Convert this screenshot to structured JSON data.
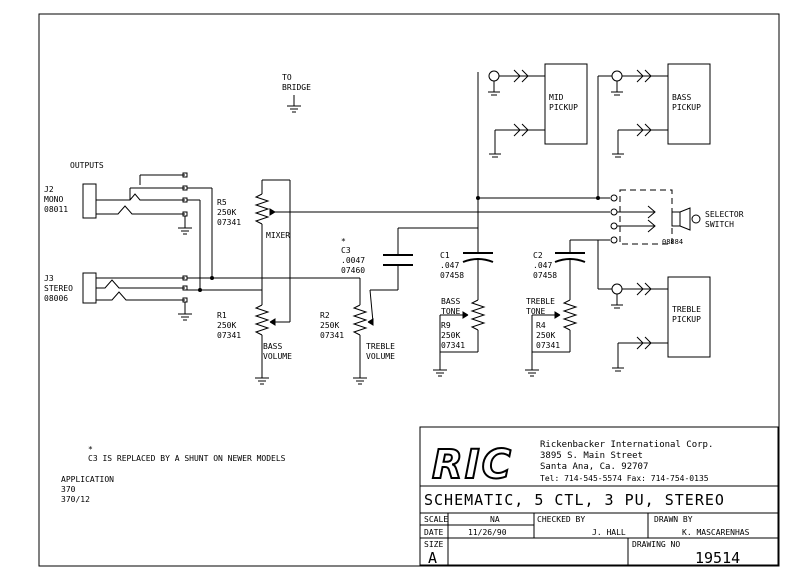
{
  "labels": {
    "to_bridge": [
      "TO",
      "BRIDGE"
    ],
    "outputs": "OUTPUTS",
    "j2": [
      "J2",
      "MONO",
      "08011"
    ],
    "j3": [
      "J3",
      "STEREO",
      "08006"
    ],
    "r5": [
      "R5",
      "250K",
      "07341"
    ],
    "mixer": "MIXER",
    "r1": [
      "R1",
      "250K",
      "07341"
    ],
    "bass_volume": [
      "BASS",
      "VOLUME"
    ],
    "r2": [
      "R2",
      "250K",
      "07341"
    ],
    "treble_volume": [
      "TREBLE",
      "VOLUME"
    ],
    "c3": [
      "*",
      "C3",
      ".0047",
      "07460"
    ],
    "c1": [
      "C1",
      ".047",
      "07458"
    ],
    "c2": [
      "C2",
      ".047",
      "07458"
    ],
    "bass_tone": [
      "BASS",
      "TONE"
    ],
    "r9": [
      "R9",
      "250K",
      "07341"
    ],
    "treble_tone": [
      "TREBLE",
      "TONE"
    ],
    "r4": [
      "R4",
      "250K",
      "07341"
    ],
    "mid_pickup": [
      "MID",
      "PICKUP"
    ],
    "bass_pickup": [
      "BASS",
      "PICKUP"
    ],
    "treble_pickup": [
      "TREBLE",
      "PICKUP"
    ],
    "selector_switch": [
      "SELECTOR",
      "SWITCH"
    ],
    "switch_part": "08884",
    "note_star": "*",
    "note": "C3 IS REPLACED BY A SHUNT ON NEWER MODELS",
    "application": [
      "APPLICATION",
      "370",
      "370/12"
    ]
  },
  "title_block": {
    "logo": "RIC",
    "company": "Rickenbacker International Corp.",
    "street": "3895 S. Main Street",
    "city": "Santa Ana, Ca. 92707",
    "phone": "Tel: 714-545-5574  Fax: 714-754-0135",
    "title": "SCHEMATIC, 5 CTL, 3 PU, STEREO",
    "scale_label": "SCALE",
    "scale_value": "NA",
    "date_label": "DATE",
    "date_value": "11/26/90",
    "checked_label": "CHECKED BY",
    "checked_value": "J. HALL",
    "drawn_label": "DRAWN BY",
    "drawn_value": "K. MASCARENHAS",
    "size_label": "SIZE",
    "size_value": "A",
    "drawing_no_label": "DRAWING NO",
    "drawing_no_value": "19514"
  }
}
